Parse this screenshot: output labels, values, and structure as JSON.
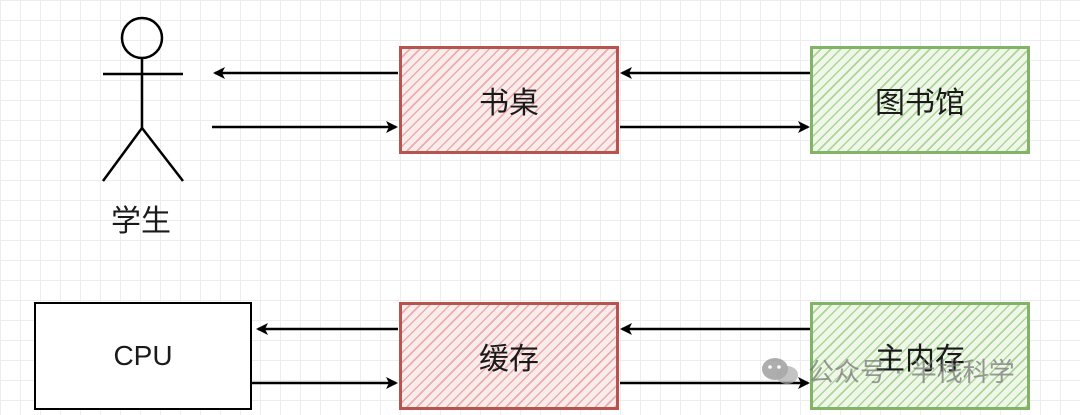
{
  "top_row": {
    "actor_label": "学生",
    "desk_label": "书桌",
    "library_label": "图书馆"
  },
  "bottom_row": {
    "cpu_label": "CPU",
    "cache_label": "缓存",
    "memory_label": "主内存"
  },
  "watermark": {
    "text": "公众号 · 半栈科学"
  },
  "colors": {
    "red_stroke": "#b85450",
    "green_stroke": "#82b366",
    "arrow": "#000000"
  }
}
